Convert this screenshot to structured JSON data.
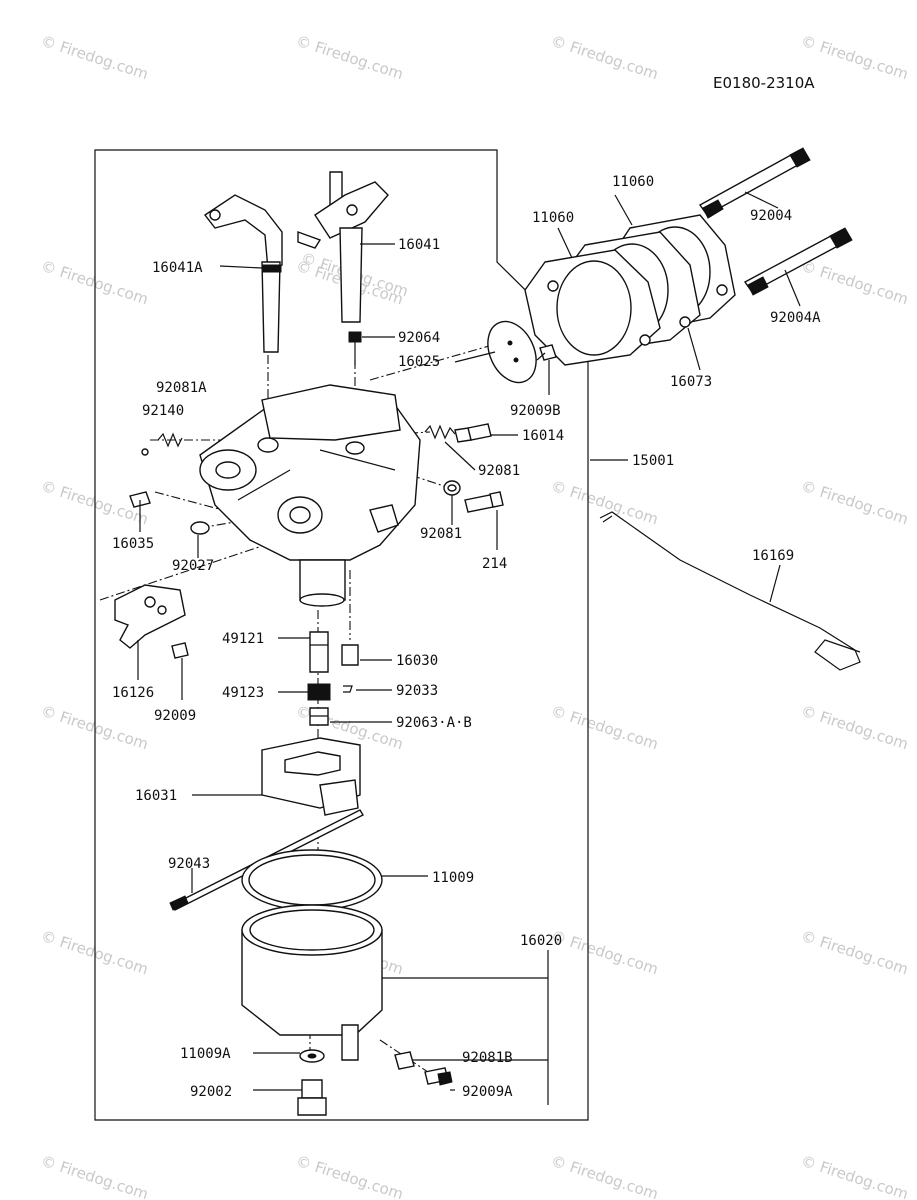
{
  "diagram_code": "E0180-2310A",
  "watermark": "© Firedog.com",
  "labels": {
    "p16041A": "16041A",
    "p16041": "16041",
    "p92064": "92064",
    "p16025": "16025",
    "p92009B": "92009B",
    "p92081A": "92081A",
    "p92140": "92140",
    "p16014": "16014",
    "p92081_upper": "92081",
    "p15001": "15001",
    "p16035": "16035",
    "p92027": "92027",
    "p92081_lower": "92081",
    "p214": "214",
    "p11060_a": "11060",
    "p11060_b": "11060",
    "p92004": "92004",
    "p92004A": "92004A",
    "p16073": "16073",
    "p16169": "16169",
    "p49121": "49121",
    "p16030": "16030",
    "p49123": "49123",
    "p92033": "92033",
    "p92063": "92063·A·B",
    "p16126": "16126",
    "p92009": "92009",
    "p16031": "16031",
    "p92043": "92043",
    "p11009": "11009",
    "p16020": "16020",
    "p11009A": "11009A",
    "p92081B": "92081B",
    "p92002": "92002",
    "p92009A": "92009A"
  }
}
